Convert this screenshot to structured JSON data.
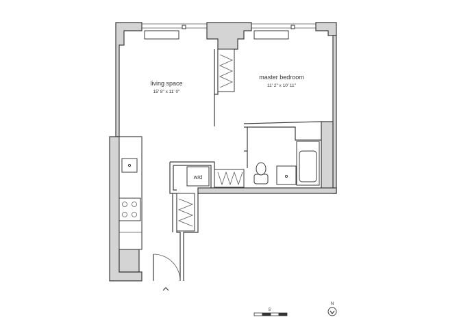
{
  "rooms": {
    "living": {
      "name": "living space",
      "dims": "15' 8\" x 11' 0\""
    },
    "bedroom": {
      "name": "master bedroom",
      "dims": "11' 2\" x 10' 11\""
    }
  },
  "fixtures": {
    "washer_dryer": "w/d"
  },
  "scale": {
    "label": "5'"
  },
  "compass": {
    "label": "N"
  }
}
